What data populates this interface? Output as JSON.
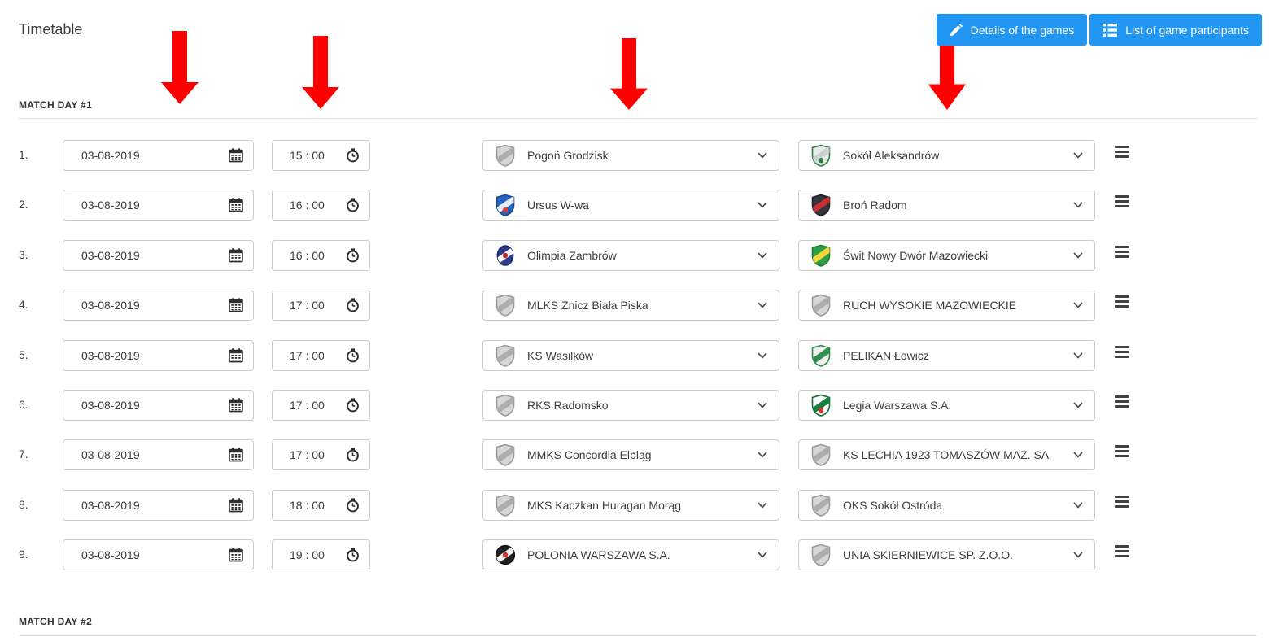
{
  "page": {
    "title": "Timetable"
  },
  "toolbar": {
    "details_label": "Details of the games",
    "participants_label": "List of game participants"
  },
  "colors": {
    "accent_blue": "#2196f3",
    "arrow_red": "#fe0000"
  },
  "annotations": {
    "arrow_color": "#fe0000",
    "arrow_count": 4
  },
  "sections": {
    "day1": "MATCH DAY #1",
    "day2": "MATCH DAY #2"
  },
  "rows": [
    {
      "num": "1.",
      "date": "03-08-2019",
      "time": "15 : 00",
      "home": "Pogoń Grodzisk",
      "home_crest": {
        "shape": "shield",
        "base": "#d6d6d6",
        "band": "#aeaeae",
        "stroke": "#9a9a9a"
      },
      "away": "Sokół Aleksandrów",
      "away_crest": {
        "shape": "shield",
        "base": "#e9e9e9",
        "band": "#cfcfcf",
        "stroke": "#2a7d3f",
        "dot": "#2a7d3f"
      }
    },
    {
      "num": "2.",
      "date": "03-08-2019",
      "time": "16 : 00",
      "home": "Ursus W-wa",
      "home_crest": {
        "shape": "shield",
        "base": "#2563c0",
        "band": "#e8eef7",
        "stroke": "#174a8f",
        "dot": "#d63b37"
      },
      "away": "Broń Radom",
      "away_crest": {
        "shape": "shield",
        "base": "#34343c",
        "band": "#c92f2f",
        "stroke": "#222228"
      }
    },
    {
      "num": "3.",
      "date": "03-08-2019",
      "time": "16 : 00",
      "home": "Olimpia Zambrów",
      "home_crest": {
        "shape": "oval",
        "base": "#2c3a8c",
        "band": "#ffffff",
        "stroke": "#202a66",
        "dot": "#c3302e"
      },
      "away": "Świt Nowy Dwór Mazowiecki",
      "away_crest": {
        "shape": "shield",
        "base": "#2f9e45",
        "band": "#f4d63c",
        "stroke": "#227a33"
      }
    },
    {
      "num": "4.",
      "date": "03-08-2019",
      "time": "17 : 00",
      "home": "MLKS Znicz Biała Piska",
      "home_crest": {
        "shape": "shield",
        "base": "#d6d6d6",
        "band": "#aeaeae",
        "stroke": "#9a9a9a"
      },
      "away": "RUCH WYSOKIE MAZOWIECKIE",
      "away_crest": {
        "shape": "shield",
        "base": "#d6d6d6",
        "band": "#aeaeae",
        "stroke": "#9a9a9a"
      }
    },
    {
      "num": "5.",
      "date": "03-08-2019",
      "time": "17 : 00",
      "home": "KS Wasilków",
      "home_crest": {
        "shape": "shield",
        "base": "#d6d6d6",
        "band": "#aeaeae",
        "stroke": "#9a9a9a"
      },
      "away": "PELIKAN Łowicz",
      "away_crest": {
        "shape": "shield",
        "base": "#efefef",
        "band": "#2f8e4a",
        "stroke": "#2f8e4a"
      }
    },
    {
      "num": "6.",
      "date": "03-08-2019",
      "time": "17 : 00",
      "home": "RKS Radomsko",
      "home_crest": {
        "shape": "shield",
        "base": "#d6d6d6",
        "band": "#aeaeae",
        "stroke": "#9a9a9a"
      },
      "away": "Legia Warszawa S.A.",
      "away_crest": {
        "shape": "shield",
        "base": "#ffffff",
        "band": "#13813f",
        "stroke": "#0f6f36",
        "dot": "#d23333"
      }
    },
    {
      "num": "7.",
      "date": "03-08-2019",
      "time": "17 : 00",
      "home": "MMKS Concordia Elbląg",
      "home_crest": {
        "shape": "shield",
        "base": "#d6d6d6",
        "band": "#aeaeae",
        "stroke": "#9a9a9a"
      },
      "away": "KS LECHIA 1923 TOMASZÓW MAZ. SA",
      "away_crest": {
        "shape": "shield",
        "base": "#d6d6d6",
        "band": "#aeaeae",
        "stroke": "#9a9a9a"
      }
    },
    {
      "num": "8.",
      "date": "03-08-2019",
      "time": "18 : 00",
      "home": "MKS Kaczkan Huragan Morąg",
      "home_crest": {
        "shape": "shield",
        "base": "#d6d6d6",
        "band": "#aeaeae",
        "stroke": "#9a9a9a"
      },
      "away": "OKS Sokół Ostróda",
      "away_crest": {
        "shape": "shield",
        "base": "#d6d6d6",
        "band": "#aeaeae",
        "stroke": "#9a9a9a"
      }
    },
    {
      "num": "9.",
      "date": "03-08-2019",
      "time": "19 : 00",
      "home": "POLONIA WARSZAWA S.A.",
      "home_crest": {
        "shape": "circle",
        "base": "#222222",
        "band": "#f1f1f1",
        "stroke": "#111111",
        "dot": "#d23333"
      },
      "away": "UNIA SKIERNIEWICE SP. Z.O.O.",
      "away_crest": {
        "shape": "shield",
        "base": "#d6d6d6",
        "band": "#aeaeae",
        "stroke": "#9a9a9a"
      }
    }
  ]
}
